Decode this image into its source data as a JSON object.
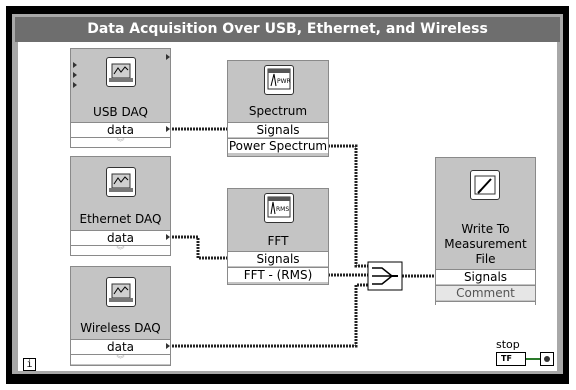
{
  "loop_title": "Data Acquisition Over USB, Ethernet, and Wireless",
  "nodes": {
    "usb": {
      "title": "USB DAQ",
      "output": "data"
    },
    "ethernet": {
      "title": "Ethernet DAQ",
      "output": "data"
    },
    "wireless": {
      "title": "Wireless DAQ",
      "output": "data"
    },
    "spectrum": {
      "title": "Spectrum",
      "input": "Signals",
      "output": "Power Spectrum"
    },
    "fft": {
      "title": "FFT",
      "input": "Signals",
      "output": "FFT - (RMS)"
    },
    "write": {
      "title_lines": [
        "Write To",
        "Measurement",
        "File"
      ],
      "input": "Signals",
      "input2": "Comment"
    }
  },
  "stop_control": {
    "label": "stop",
    "indicator": "TF"
  },
  "iteration_terminal": "i"
}
